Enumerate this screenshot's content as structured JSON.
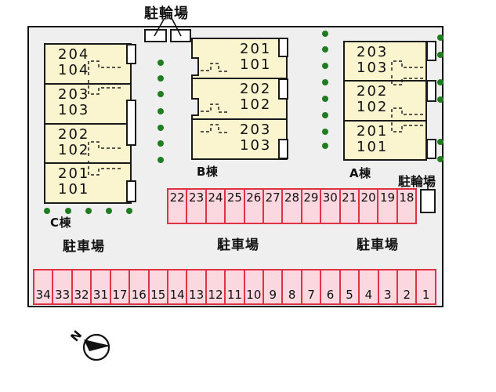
{
  "colors": {
    "site_background": "#efefef",
    "building_fill": "#faf4cf",
    "parking_fill": "#fbd7e0",
    "parking_border": "#dd3344",
    "tree_green": "#1e7d1e",
    "outline": "#111111"
  },
  "labels": {
    "bicycle_parking": "駐輪場",
    "car_parking": "駐車場",
    "compass_north": "N"
  },
  "buildings": {
    "c": {
      "label": "C棟",
      "units": [
        {
          "upper": "204",
          "lower": "104"
        },
        {
          "upper": "203",
          "lower": "103"
        },
        {
          "upper": "202",
          "lower": "102"
        },
        {
          "upper": "201",
          "lower": "101"
        }
      ]
    },
    "b": {
      "label": "B棟",
      "units": [
        {
          "upper": "201",
          "lower": "101"
        },
        {
          "upper": "202",
          "lower": "102"
        },
        {
          "upper": "203",
          "lower": "103"
        }
      ]
    },
    "a": {
      "label": "A棟",
      "units": [
        {
          "upper": "203",
          "lower": "103"
        },
        {
          "upper": "202",
          "lower": "102"
        },
        {
          "upper": "201",
          "lower": "101"
        }
      ]
    }
  },
  "parking": {
    "middle_row": [
      "22",
      "23",
      "24",
      "25",
      "26",
      "27",
      "28",
      "29",
      "30",
      "21",
      "20",
      "19",
      "18"
    ],
    "bottom_row": [
      "34",
      "33",
      "32",
      "31",
      "17",
      "16",
      "15",
      "14",
      "13",
      "12",
      "11",
      "10",
      "9",
      "8",
      "7",
      "6",
      "5",
      "4",
      "3",
      "2",
      "1"
    ]
  },
  "greenery": {
    "dots_between_c_b": 7,
    "dots_between_b_a": 8,
    "dots_right_edge": 6,
    "dots_below_c": 5
  }
}
